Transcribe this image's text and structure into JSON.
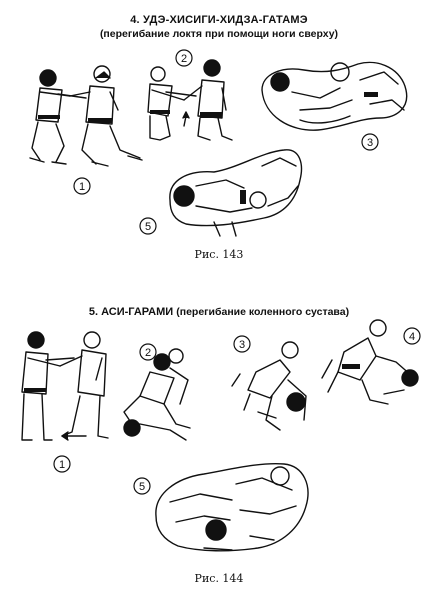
{
  "section1": {
    "title": "4. УДЭ-ХИСИГИ-ХИДЗА-ГАТАМЭ",
    "subtitle": "(перегибание локтя при помощи ноги сверху)",
    "caption": "Рис. 143",
    "step_numbers": [
      "1",
      "2",
      "3",
      "5"
    ]
  },
  "section2": {
    "title": "5. АСИ-ГАРАМИ",
    "subtitle": "(перегибание коленного сустава)",
    "caption": "Рис. 144",
    "step_numbers": [
      "1",
      "2",
      "3",
      "4",
      "5"
    ]
  }
}
